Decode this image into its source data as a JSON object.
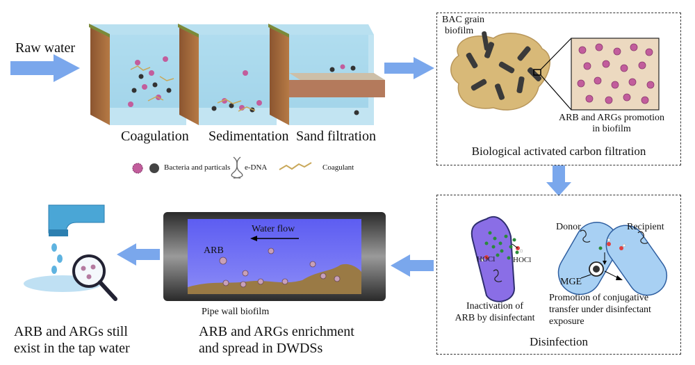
{
  "labels": {
    "raw_water": "Raw water",
    "coagulation": "Coagulation",
    "sedimentation": "Sedimentation",
    "sand_filtration": "Sand filtration",
    "bac_grain_line1": "BAC grain",
    "bac_grain_line2": "biofilm",
    "arb_promotion_line1": "ARB and ARGs promotion",
    "arb_promotion_line2": "in biofilm",
    "bac_title": "Biological activated carbon filtration",
    "legend_bacteria": "Bacteria and particals",
    "legend_edna": "e-DNA",
    "legend_coagulant": "Coagulant",
    "water_flow": "Water flow",
    "arb": "ARB",
    "pipe_wall_biofilm": "Pipe wall biofilm",
    "dwds_line1": "ARB and ARGs enrichment",
    "dwds_line2": "and spread in DWDSs",
    "tap_line1": "ARB and ARGs still",
    "tap_line2": "exist in the tap water",
    "hocl_1": "HOCl",
    "hocl_2": "HOCl",
    "donor": "Donor",
    "recipient": "Recipient",
    "mge": "MGE",
    "inactivation_line1": "Inactivation of",
    "inactivation_line2": "ARB by disinfectant",
    "conjugative_line1": "Promotion of conjugative",
    "conjugative_line2": "transfer under disinfectant",
    "conjugative_line3": "exposure",
    "disinfection_title": "Disinfection"
  },
  "colors": {
    "arrow_blue": "#7aa7ec",
    "water_blue": "#9fd3ea",
    "soil_brown": "#a0673c",
    "carbon_gold": "#d8b978",
    "pipe_water": "#6f6ff0",
    "biofilm_brown": "#9a7a45",
    "bacterium_pink": "#c25d9c",
    "cell_blue": "#9ec4ee"
  }
}
